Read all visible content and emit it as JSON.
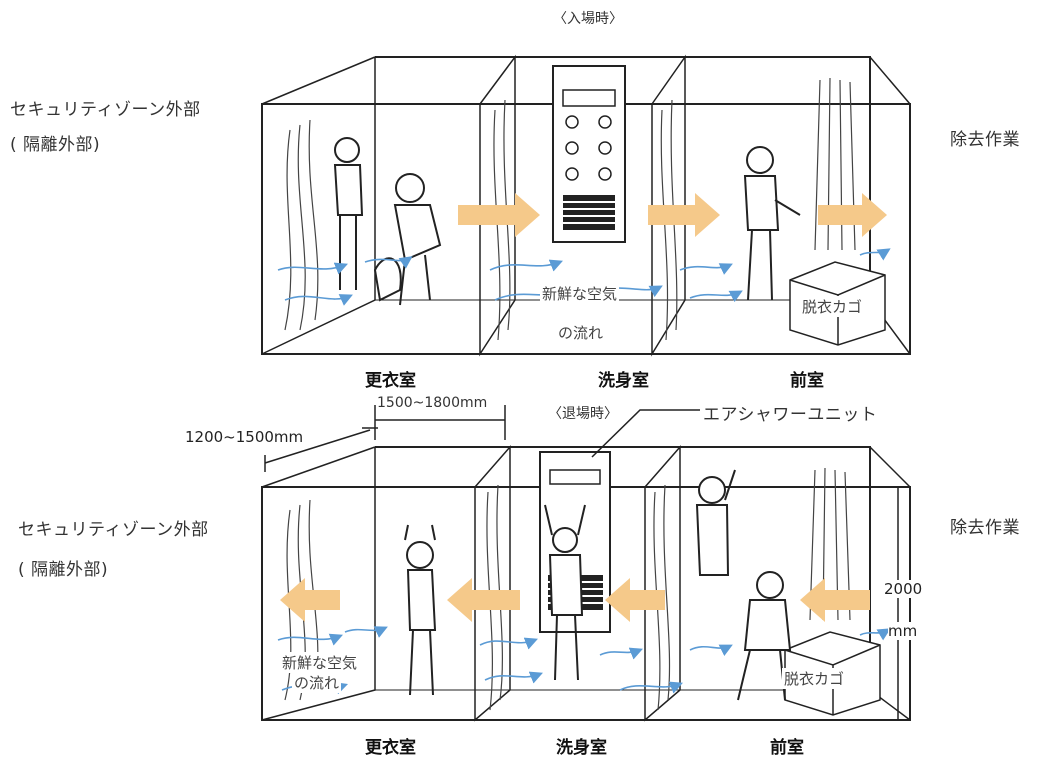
{
  "entry": {
    "caption": "〈入場時〉",
    "left_zone_line1": "セキュリティゾーン外部",
    "left_zone_line2": "( 隔離外部)",
    "right_zone": "除去作業",
    "air_flow_line1": "新鮮な空気",
    "air_flow_line2": "の流れ",
    "basket": "脱衣カゴ",
    "rooms": [
      "更衣室",
      "洗身室",
      "前室"
    ]
  },
  "exit": {
    "caption": "〈退場時〉",
    "left_zone_line1": "セキュリティゾーン外部",
    "left_zone_line2": "( 隔離外部)",
    "right_zone": "除去作業",
    "air_flow_line1": "新鮮な空気",
    "air_flow_line2": "の流れ",
    "basket": "脱衣カゴ",
    "air_shower_unit": "エアシャワーユニット",
    "rooms": [
      "更衣室",
      "洗身室",
      "前室"
    ]
  },
  "dimensions": {
    "depth": "1200~1500mm",
    "width": "1500~1800mm",
    "height_value": "2000",
    "height_unit": "mm"
  },
  "colors": {
    "flow_arrow": "#f5c98a",
    "air_arrow": "#5b9bd5",
    "line": "#222222"
  }
}
